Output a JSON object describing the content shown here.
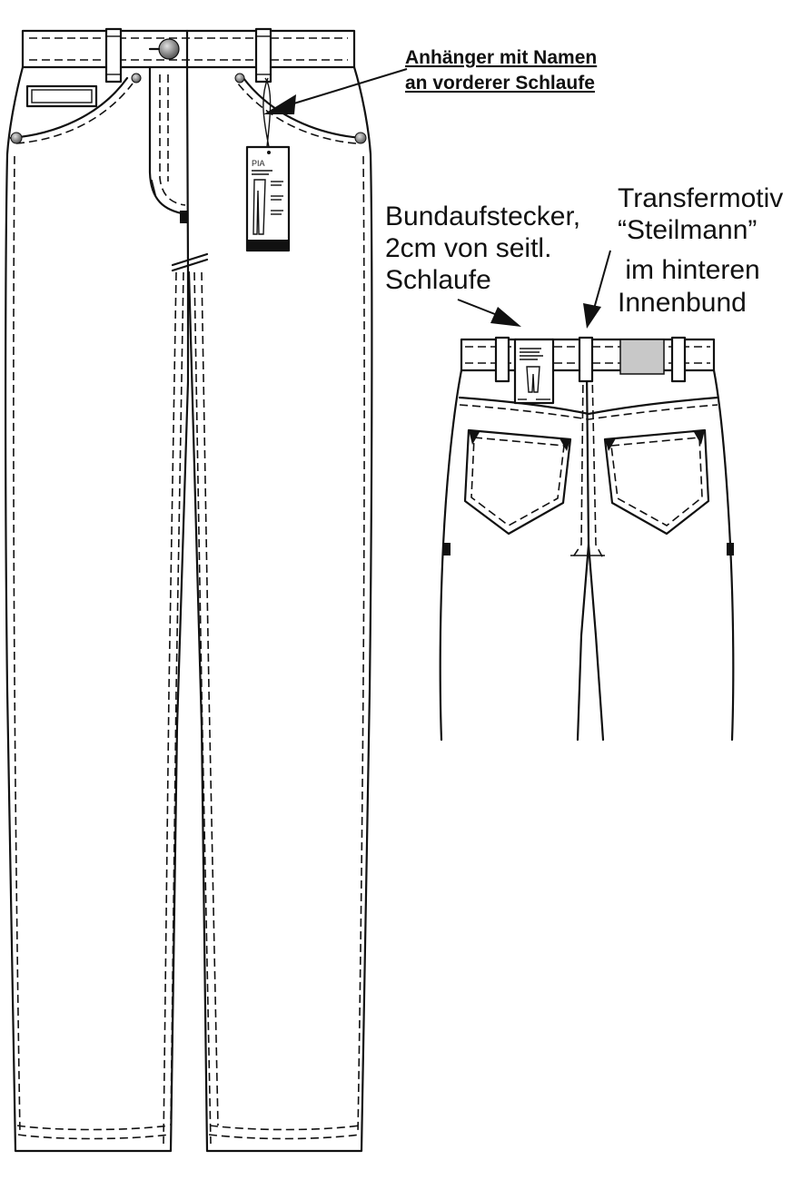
{
  "annotations": {
    "hangtag_line1": "Anhänger mit Namen",
    "hangtag_line2": "an vorderer Schlaufe",
    "waistband_line1": "Bundaufstecker,",
    "waistband_line2": "2cm von seitl.",
    "waistband_line3": "Schlaufe",
    "transfer_line1": "Transfermotiv",
    "transfer_line2": "“Steilmann”",
    "transfer_line3": " im hinteren",
    "transfer_line4": "Innenbund"
  },
  "hangtag": {
    "name": "PIA"
  },
  "colors": {
    "line": "#111111",
    "patch": "#c8c8c8",
    "rivet": "#888888",
    "background": "#ffffff"
  }
}
